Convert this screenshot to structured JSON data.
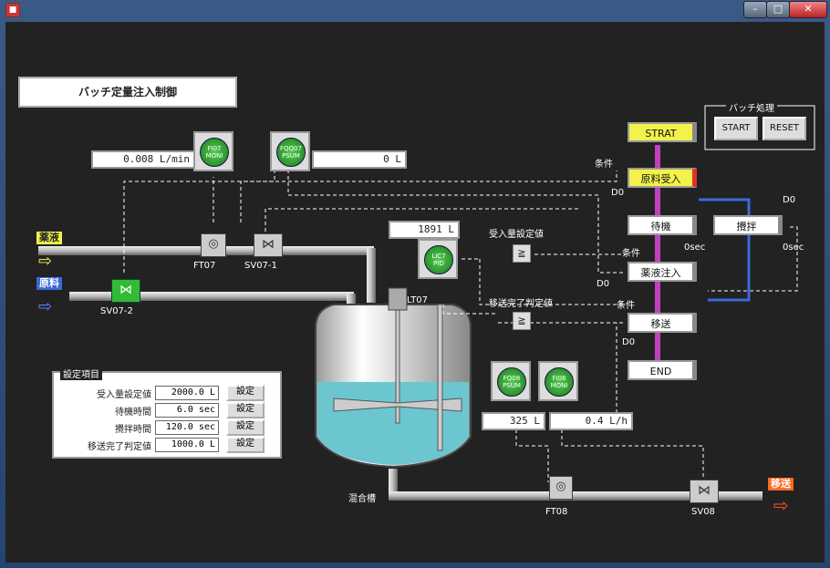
{
  "window": {
    "icon": "app-icon",
    "controls": [
      "min",
      "max",
      "close"
    ]
  },
  "title": "バッチ定量注入制御",
  "instruments": {
    "fi07": {
      "line1": "FI07",
      "line2": "MONI",
      "value": "0.008 L/min"
    },
    "fqq07": {
      "line1": "FQQ07",
      "line2": "PSUM",
      "value": "0 L"
    },
    "lic07": {
      "line1": "LIC7",
      "line2": "PID",
      "value": "1891 L"
    },
    "fq08": {
      "line1": "FQ08",
      "line2": "PSUM",
      "value": "325 L"
    },
    "fi08": {
      "line1": "FI08",
      "line2": "MONI",
      "value": "0.4 L/h"
    }
  },
  "labels": {
    "yakueki": "薬液",
    "genryo": "原料",
    "ft07": "FT07",
    "sv07_1": "SV07-1",
    "sv07_2": "SV07-2",
    "lt07": "LT07",
    "mix_tank": "混合槽",
    "ft08": "FT08",
    "sv08": "SV08",
    "isou": "移送",
    "ukeire_setting": "受入量設定値",
    "isou_judge": "移送完了判定値",
    "jouken1": "条件",
    "jouken2": "条件",
    "jouken3": "条件",
    "do1": "D0",
    "do2": "D0",
    "do3": "D0",
    "do4": "D0",
    "osec1": "0sec",
    "osec2": "0sec"
  },
  "sequence": {
    "start": "STRAT",
    "genryo_ukeire": "原料受入",
    "taiki": "待機",
    "kakuhan": "攪拌",
    "yakueki_chunyu": "薬液注入",
    "isou": "移送",
    "end": "END"
  },
  "batch": {
    "title": "バッチ処理",
    "start": "START",
    "reset": "RESET"
  },
  "settings": {
    "title": "設定項目",
    "rows": [
      {
        "label": "受入量設定値",
        "value": "2000.0 L",
        "btn": "設定"
      },
      {
        "label": "待機時間",
        "value": "6.0 sec",
        "btn": "設定"
      },
      {
        "label": "攪拌時間",
        "value": "120.0 sec",
        "btn": "設定"
      },
      {
        "label": "移送完了判定値",
        "value": "1000.0 L",
        "btn": "設定"
      }
    ]
  },
  "compare_symbol": "≧",
  "colors": {
    "yellow": "#f2f24a",
    "liquid": "#6cc6cf",
    "purple": "#c040c0",
    "blue": "#3a6ad8",
    "green": "#2a9a2a",
    "red": "#e03030",
    "orange": "#ff6a20"
  }
}
